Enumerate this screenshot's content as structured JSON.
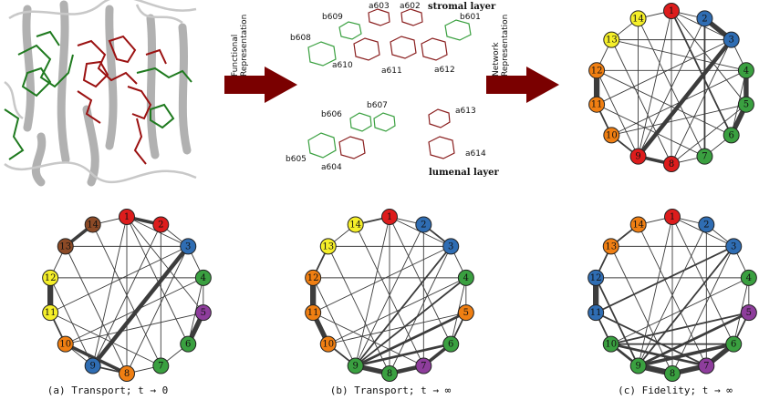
{
  "top_arrows": [
    {
      "line1": "Functional",
      "line2": "Representation"
    },
    {
      "line1": "Network",
      "line2": "Representation"
    }
  ],
  "layer_labels": {
    "stromal": "stromal layer",
    "lumenal": "lumenal layer"
  },
  "pigments": [
    "b609",
    "a603",
    "a602",
    "b601",
    "b608",
    "a610",
    "a611",
    "a612",
    "b606",
    "b607",
    "a613",
    "b605",
    "a604",
    "a614"
  ],
  "colors": {
    "red": "#dd1c1c",
    "blue": "#2f6db3",
    "green": "#3aa040",
    "purple": "#8e3d9c",
    "orange": "#f07f12",
    "yellow": "#f5ef29",
    "brown": "#8c4a26",
    "edge": "#3c3c3c",
    "arrow": "#7a0000"
  },
  "graphs": [
    {
      "id": "top-network",
      "caption": "",
      "nodes": [
        {
          "n": "1",
          "c": "red"
        },
        {
          "n": "2",
          "c": "blue"
        },
        {
          "n": "3",
          "c": "blue"
        },
        {
          "n": "4",
          "c": "green"
        },
        {
          "n": "5",
          "c": "green"
        },
        {
          "n": "6",
          "c": "green"
        },
        {
          "n": "7",
          "c": "green"
        },
        {
          "n": "8",
          "c": "red"
        },
        {
          "n": "9",
          "c": "red"
        },
        {
          "n": "10",
          "c": "orange"
        },
        {
          "n": "11",
          "c": "orange"
        },
        {
          "n": "12",
          "c": "orange"
        },
        {
          "n": "13",
          "c": "yellow"
        },
        {
          "n": "14",
          "c": "yellow"
        }
      ]
    },
    {
      "id": "graph-a",
      "caption": "(a) Transport; t → 0",
      "nodes": [
        {
          "n": "1",
          "c": "red"
        },
        {
          "n": "2",
          "c": "red"
        },
        {
          "n": "3",
          "c": "blue"
        },
        {
          "n": "4",
          "c": "green"
        },
        {
          "n": "5",
          "c": "purple"
        },
        {
          "n": "6",
          "c": "green"
        },
        {
          "n": "7",
          "c": "green"
        },
        {
          "n": "8",
          "c": "orange"
        },
        {
          "n": "9",
          "c": "blue"
        },
        {
          "n": "10",
          "c": "orange"
        },
        {
          "n": "11",
          "c": "yellow"
        },
        {
          "n": "12",
          "c": "yellow"
        },
        {
          "n": "13",
          "c": "brown"
        },
        {
          "n": "14",
          "c": "brown"
        }
      ]
    },
    {
      "id": "graph-b",
      "caption": "(b) Transport; t → ∞",
      "nodes": [
        {
          "n": "1",
          "c": "red"
        },
        {
          "n": "2",
          "c": "blue"
        },
        {
          "n": "3",
          "c": "blue"
        },
        {
          "n": "4",
          "c": "green"
        },
        {
          "n": "5",
          "c": "orange"
        },
        {
          "n": "6",
          "c": "green"
        },
        {
          "n": "7",
          "c": "purple"
        },
        {
          "n": "8",
          "c": "green"
        },
        {
          "n": "9",
          "c": "green"
        },
        {
          "n": "10",
          "c": "orange"
        },
        {
          "n": "11",
          "c": "orange"
        },
        {
          "n": "12",
          "c": "orange"
        },
        {
          "n": "13",
          "c": "yellow"
        },
        {
          "n": "14",
          "c": "yellow"
        }
      ]
    },
    {
      "id": "graph-c",
      "caption": "(c) Fidelity; t → ∞",
      "nodes": [
        {
          "n": "1",
          "c": "red"
        },
        {
          "n": "2",
          "c": "blue"
        },
        {
          "n": "3",
          "c": "blue"
        },
        {
          "n": "4",
          "c": "green"
        },
        {
          "n": "5",
          "c": "purple"
        },
        {
          "n": "6",
          "c": "green"
        },
        {
          "n": "7",
          "c": "purple"
        },
        {
          "n": "8",
          "c": "green"
        },
        {
          "n": "9",
          "c": "green"
        },
        {
          "n": "10",
          "c": "green"
        },
        {
          "n": "11",
          "c": "blue"
        },
        {
          "n": "12",
          "c": "blue"
        },
        {
          "n": "13",
          "c": "orange"
        },
        {
          "n": "14",
          "c": "orange"
        }
      ]
    }
  ]
}
